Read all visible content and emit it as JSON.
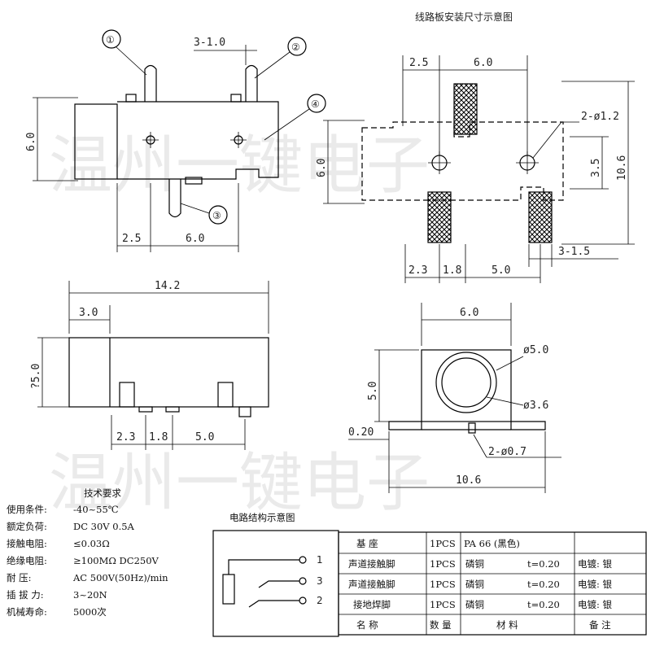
{
  "title": "线路板安装尺寸示意图",
  "watermark": [
    "温州一键电子",
    "温州一键电子"
  ],
  "top_left_view": {
    "callouts": [
      "①",
      "②",
      "③",
      "④"
    ],
    "dims": {
      "pitch": "3-1.0",
      "height": "6.0",
      "left": "2.5",
      "mid": "6.0"
    }
  },
  "pcb_view": {
    "dims": {
      "top_left": "2.5",
      "top_mid": "6.0",
      "hole": "2-ø1.2",
      "height": "6.0",
      "hole_spacing": "3.5",
      "total_height": "10.6",
      "pad": "3-1.5",
      "b1": "2.3",
      "b2": "1.8",
      "b3": "5.0"
    }
  },
  "side_view": {
    "dims": {
      "length": "14.2",
      "front": "3.0",
      "dia": "?5.0",
      "b1": "2.3",
      "b2": "1.8",
      "b3": "5.0"
    }
  },
  "front_view": {
    "dims": {
      "width": "6.0",
      "outer_dia": "ø5.0",
      "height": "5.0",
      "inner_dia": "ø3.6",
      "thickness": "0.20",
      "pins": "2-ø0.7",
      "total_width": "10.6"
    }
  },
  "tech_requirements": {
    "heading": "技术要求",
    "items": [
      {
        "label": "使用条件:",
        "value": "-40~55℃"
      },
      {
        "label": "额定负荷:",
        "value": "DC 30V 0.5A"
      },
      {
        "label": "接触电阻:",
        "value": "≤0.03Ω"
      },
      {
        "label": "绝缘电阻:",
        "value": "≥100MΩ DC250V"
      },
      {
        "label": "耐    压:",
        "value": "AC 500V(50Hz)/min"
      },
      {
        "label": "插 拔 力:",
        "value": "3~20N"
      },
      {
        "label": "机械寿命:",
        "value": "5000次"
      }
    ]
  },
  "circuit": {
    "heading": "电路结构示意图",
    "pins": [
      "1",
      "3",
      "2"
    ]
  },
  "bom": {
    "rows": [
      [
        "基    座",
        "1PCS",
        "PA 66  (黑色)",
        "",
        ""
      ],
      [
        "声道接触脚",
        "1PCS",
        "磷铜",
        "t=0.20",
        "电镀: 银"
      ],
      [
        "声道接触脚",
        "1PCS",
        "磷铜",
        "t=0.20",
        "电镀: 银"
      ],
      [
        "接地焊脚",
        "1PCS",
        "磷铜",
        "t=0.20",
        "电镀: 银"
      ],
      [
        "名    称",
        "数  量",
        "材    料",
        "",
        "备    注"
      ]
    ]
  }
}
